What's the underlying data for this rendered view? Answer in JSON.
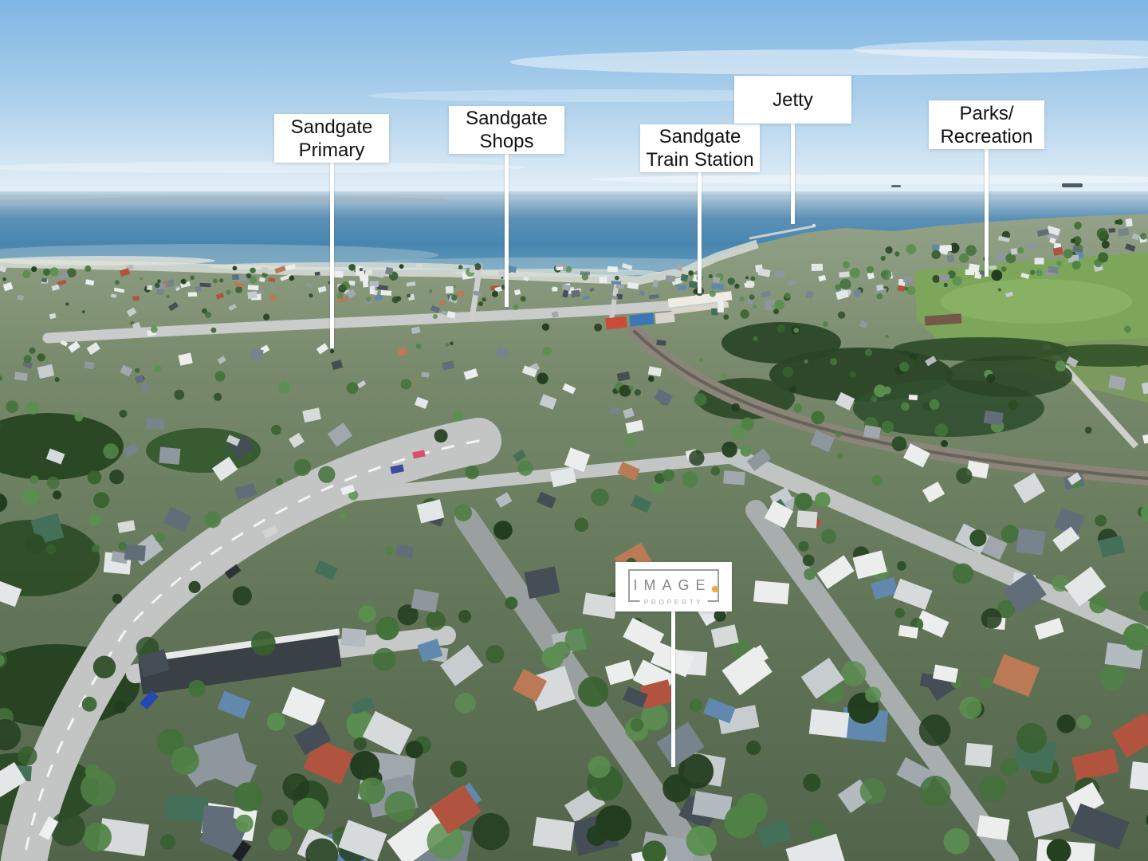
{
  "scene": {
    "description": "Aerial drone photograph of the Sandgate coastal suburb with sea horizon, annotated with location signposts",
    "colors": {
      "sky_top": "#7FB6E4",
      "sky_horizon": "#E9F2F8",
      "sea_deep": "#4886AF",
      "sea_shallow": "#8FB3CC",
      "tidal_flats": "#DADDD4",
      "suburb_green": "#6C7F60",
      "field_green": "#7DA65A",
      "road_grey": "#C3C6C5",
      "label_background": "#FFFFFF",
      "label_text": "#121212",
      "leader_line": "#FFFFFF"
    }
  },
  "labels": [
    {
      "id": "sandgate-primary",
      "lines": [
        "Sandgate",
        "Primary"
      ]
    },
    {
      "id": "sandgate-shops",
      "lines": [
        "Sandgate",
        "Shops"
      ]
    },
    {
      "id": "sandgate-train-station",
      "lines": [
        "Sandgate",
        "Train Station"
      ]
    },
    {
      "id": "jetty",
      "lines": [
        "Jetty"
      ]
    },
    {
      "id": "parks-recreation",
      "lines": [
        "Parks/",
        "Recreation"
      ]
    }
  ],
  "watermark": {
    "brand": "IMAGE",
    "tagline": "PROPERTY",
    "dot_color": "#F2A93B"
  }
}
